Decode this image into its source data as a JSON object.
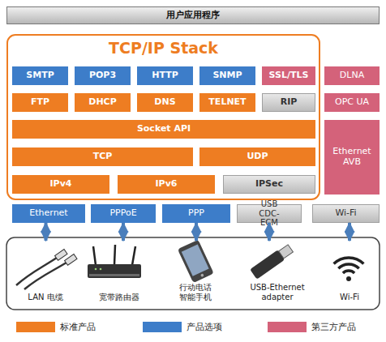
{
  "diagram": {
    "nodes": [
      {
        "text": [
          "用户应用程序"
        ]
      },
      {
        "text": [
          "TCP/IP Stack"
        ]
      },
      {
        "text": [
          "SMTP"
        ],
        "in": 1
      },
      {
        "text": [
          "POP3"
        ],
        "in": 1
      },
      {
        "text": [
          "HTTP"
        ],
        "in": 1
      },
      {
        "text": [
          "SNMP"
        ],
        "in": 1
      },
      {
        "text": [
          "SSL/TLS"
        ],
        "in": 1
      },
      {
        "text": [
          "DLNA"
        ]
      },
      {
        "text": [
          "FTP"
        ],
        "in": 1
      },
      {
        "text": [
          "DHCP"
        ],
        "in": 1
      },
      {
        "text": [
          "DNS"
        ],
        "in": 1
      },
      {
        "text": [
          "TELNET"
        ],
        "in": 1
      },
      {
        "text": [
          "RIP"
        ],
        "in": 1
      },
      {
        "text": [
          "OPC UA"
        ]
      },
      {
        "text": [
          "Socket API"
        ],
        "in": 1
      },
      {
        "text": [
          "Ethernet AVB"
        ]
      },
      {
        "text": [
          "TCP"
        ],
        "in": 1
      },
      {
        "text": [
          "UDP"
        ],
        "in": 1
      },
      {
        "text": [
          "IPv4"
        ],
        "in": 1
      },
      {
        "text": [
          "IPv6"
        ],
        "in": 1
      },
      {
        "text": [
          "IPSec"
        ],
        "in": 1
      },
      {
        "text": [
          "Ethernet"
        ]
      },
      {
        "text": [
          "PPPoE"
        ]
      },
      {
        "text": [
          "PPP"
        ]
      },
      {
        "text": [
          "USB CDC-ECM"
        ]
      },
      {
        "text": [
          "Wi-Fi"
        ]
      },
      {
        "text": [
          "LAN 电缆"
        ]
      },
      {
        "text": [
          "宽带路由器"
        ]
      },
      {
        "text": [
          "行动电话 智能手机"
        ]
      },
      {
        "text": [
          "USB-Ethernet adapter"
        ]
      },
      {
        "text": [
          "Wi-Fi"
        ]
      }
    ],
    "edges": [
      {
        "from": 21,
        "to": 26,
        "arrow": "both"
      },
      {
        "from": 22,
        "to": 27,
        "arrow": "both"
      },
      {
        "from": 23,
        "to": 28,
        "arrow": "both"
      },
      {
        "from": 24,
        "to": 29,
        "arrow": "both"
      },
      {
        "from": 25,
        "to": 30,
        "arrow": "both"
      }
    ],
    "legend": [
      {
        "text": "标准产品",
        "color": "#ee7d22"
      },
      {
        "text": "产品选项",
        "color": "#3d7dc9"
      },
      {
        "text": "第三方产品",
        "color": "#d4627a"
      }
    ]
  }
}
